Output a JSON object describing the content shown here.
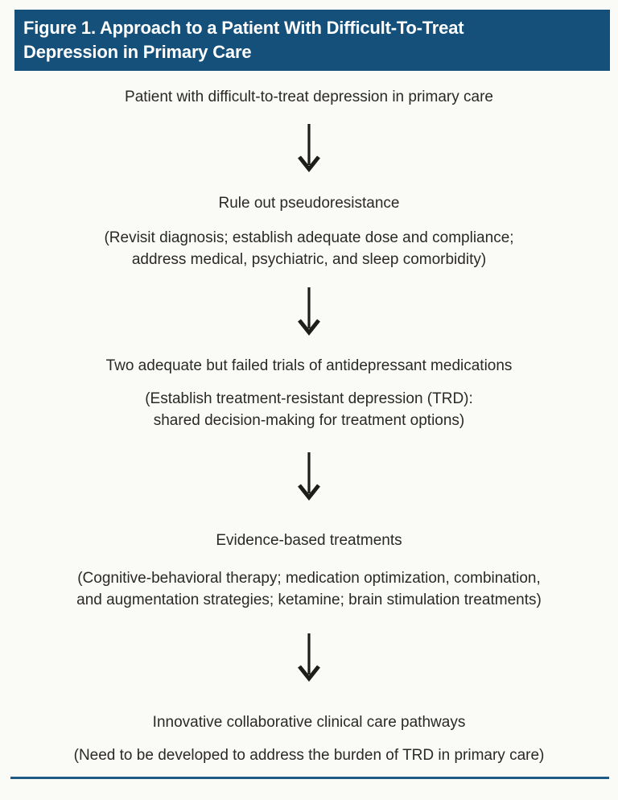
{
  "colors": {
    "page_bg": "#fafaf6",
    "header_bg": "#14507a",
    "header_fg": "#ffffff",
    "text_color": "#2b2927",
    "arrow_color": "#1d1d1b",
    "rule_color": "#1f5a87"
  },
  "header": {
    "title": "Figure 1. Approach to a Patient With Difficult-To-Treat Depression in Primary Care",
    "title_line1": "Figure 1. Approach to a Patient With Difficult-To-Treat",
    "title_line2": "Depression in Primary Care"
  },
  "flowchart": {
    "steps": [
      {
        "heading": "Patient with difficult-to-treat depression in primary care",
        "detail_lines": []
      },
      {
        "heading": "Rule out pseudoresistance",
        "detail_lines": [
          "(Revisit diagnosis; establish adequate dose and compliance;",
          "address medical, psychiatric, and sleep comorbidity)"
        ]
      },
      {
        "heading": "Two adequate but failed trials of antidepressant medications",
        "detail_lines": [
          "(Establish treatment-resistant depression (TRD):",
          "shared decision-making for treatment options)"
        ]
      },
      {
        "heading": "Evidence-based treatments",
        "detail_lines": [
          "(Cognitive-behavioral therapy; medication optimization, combination,",
          "and augmentation strategies; ketamine; brain stimulation treatments)"
        ]
      },
      {
        "heading": "Innovative collaborative clinical care pathways",
        "detail_lines": [
          "(Need to be developed to address the burden of TRD in primary care)"
        ]
      }
    ]
  }
}
